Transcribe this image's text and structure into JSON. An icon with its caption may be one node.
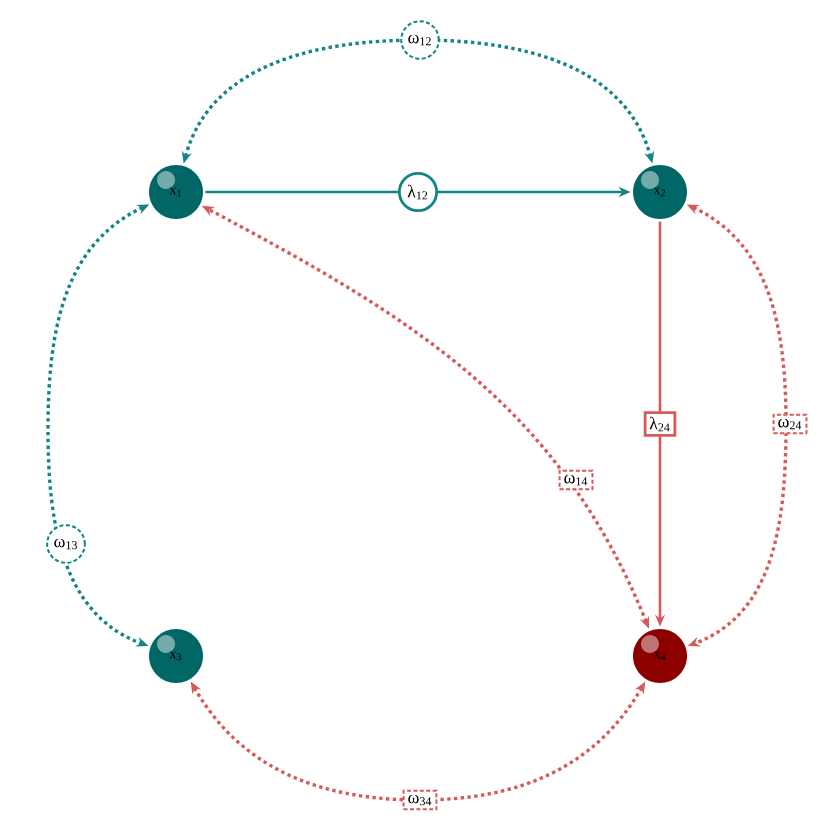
{
  "diagram": {
    "nodes": [
      {
        "text": [
          "x$_{1}$"
        ]
      },
      {
        "text": [
          "x$_{2}$"
        ]
      },
      {
        "text": [
          "x$_{3}$"
        ]
      },
      {
        "text": [
          "x$_{4}$"
        ]
      }
    ],
    "edges": [
      {
        "from": 0,
        "to": 1,
        "arrow": "to",
        "label": "λ$_{12}$",
        "color": "#138585"
      },
      {
        "from": 1,
        "to": 3,
        "arrow": "to",
        "label": "λ$_{24}$",
        "color": "#d65a5a"
      },
      {
        "from": 0,
        "to": 1,
        "arrow": "both",
        "label": "ω$_{12}$",
        "style": "dashed",
        "color": "#138585"
      },
      {
        "from": 0,
        "to": 2,
        "arrow": "both",
        "label": "ω$_{13}$",
        "style": "dashed",
        "color": "#138585"
      },
      {
        "from": 3,
        "to": 0,
        "arrow": "both",
        "label": "ω$_{14}$",
        "style": "dashed",
        "color": "#d65a5a"
      },
      {
        "from": 1,
        "to": 3,
        "arrow": "both",
        "label": "ω$_{24}$",
        "style": "dashed",
        "color": "#d65a5a"
      },
      {
        "from": 2,
        "to": 3,
        "arrow": "both",
        "label": "ω$_{34}$",
        "style": "dashed",
        "color": "#d65a5a"
      }
    ]
  }
}
